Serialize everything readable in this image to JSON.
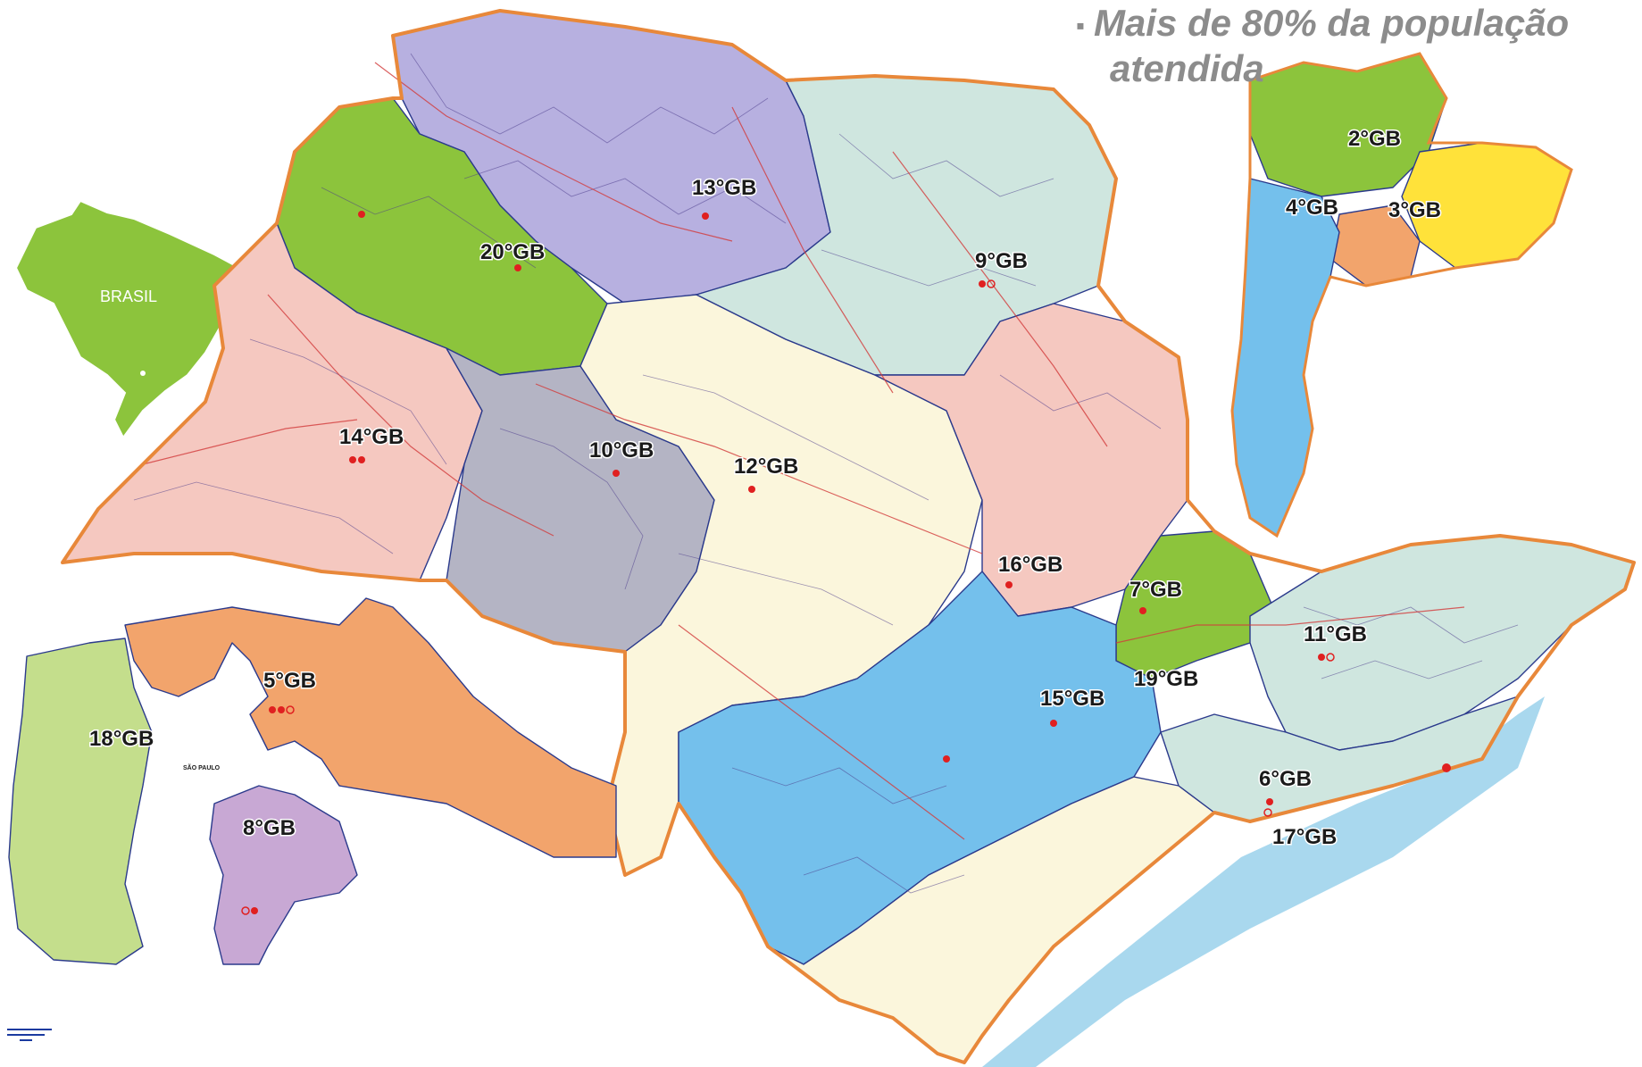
{
  "headline": {
    "bullet": "▪",
    "line1": "Mais de 80% da população",
    "line2": "atendida"
  },
  "inset_brasil": {
    "label": "BRASIL"
  },
  "inset_sao_paulo": {
    "caption": "SÃO PAULO"
  },
  "gb_labels": {
    "gb2": "2°GB",
    "gb3": "3°GB",
    "gb4": "4°GB",
    "gb5": "5°GB",
    "gb6": "6°GB",
    "gb7": "7°GB",
    "gb8": "8°GB",
    "gb9": "9°GB",
    "gb10": "10°GB",
    "gb11": "11°GB",
    "gb12": "12°GB",
    "gb13": "13°GB",
    "gb14": "14°GB",
    "gb15": "15°GB",
    "gb16": "16°GB",
    "gb17": "17°GB",
    "gb18": "18°GB",
    "gb19": "19°GB",
    "gb20": "20°GB"
  },
  "colors": {
    "purple": "#b7b0e0",
    "green": "#8cc43c",
    "pink": "#f5c8c0",
    "gray": "#b4b4c4",
    "cream": "#fbf6dc",
    "teal": "#cfe6df",
    "blue": "#74c0ec",
    "orange": "#f2a46c",
    "yellow": "#ffe23a",
    "light_green": "#c4de8c",
    "lilac": "#c8a8d4",
    "sea": "#a9d8ee",
    "outline": "#e8883a",
    "road": "#d23b3b",
    "station": "#e02020"
  }
}
